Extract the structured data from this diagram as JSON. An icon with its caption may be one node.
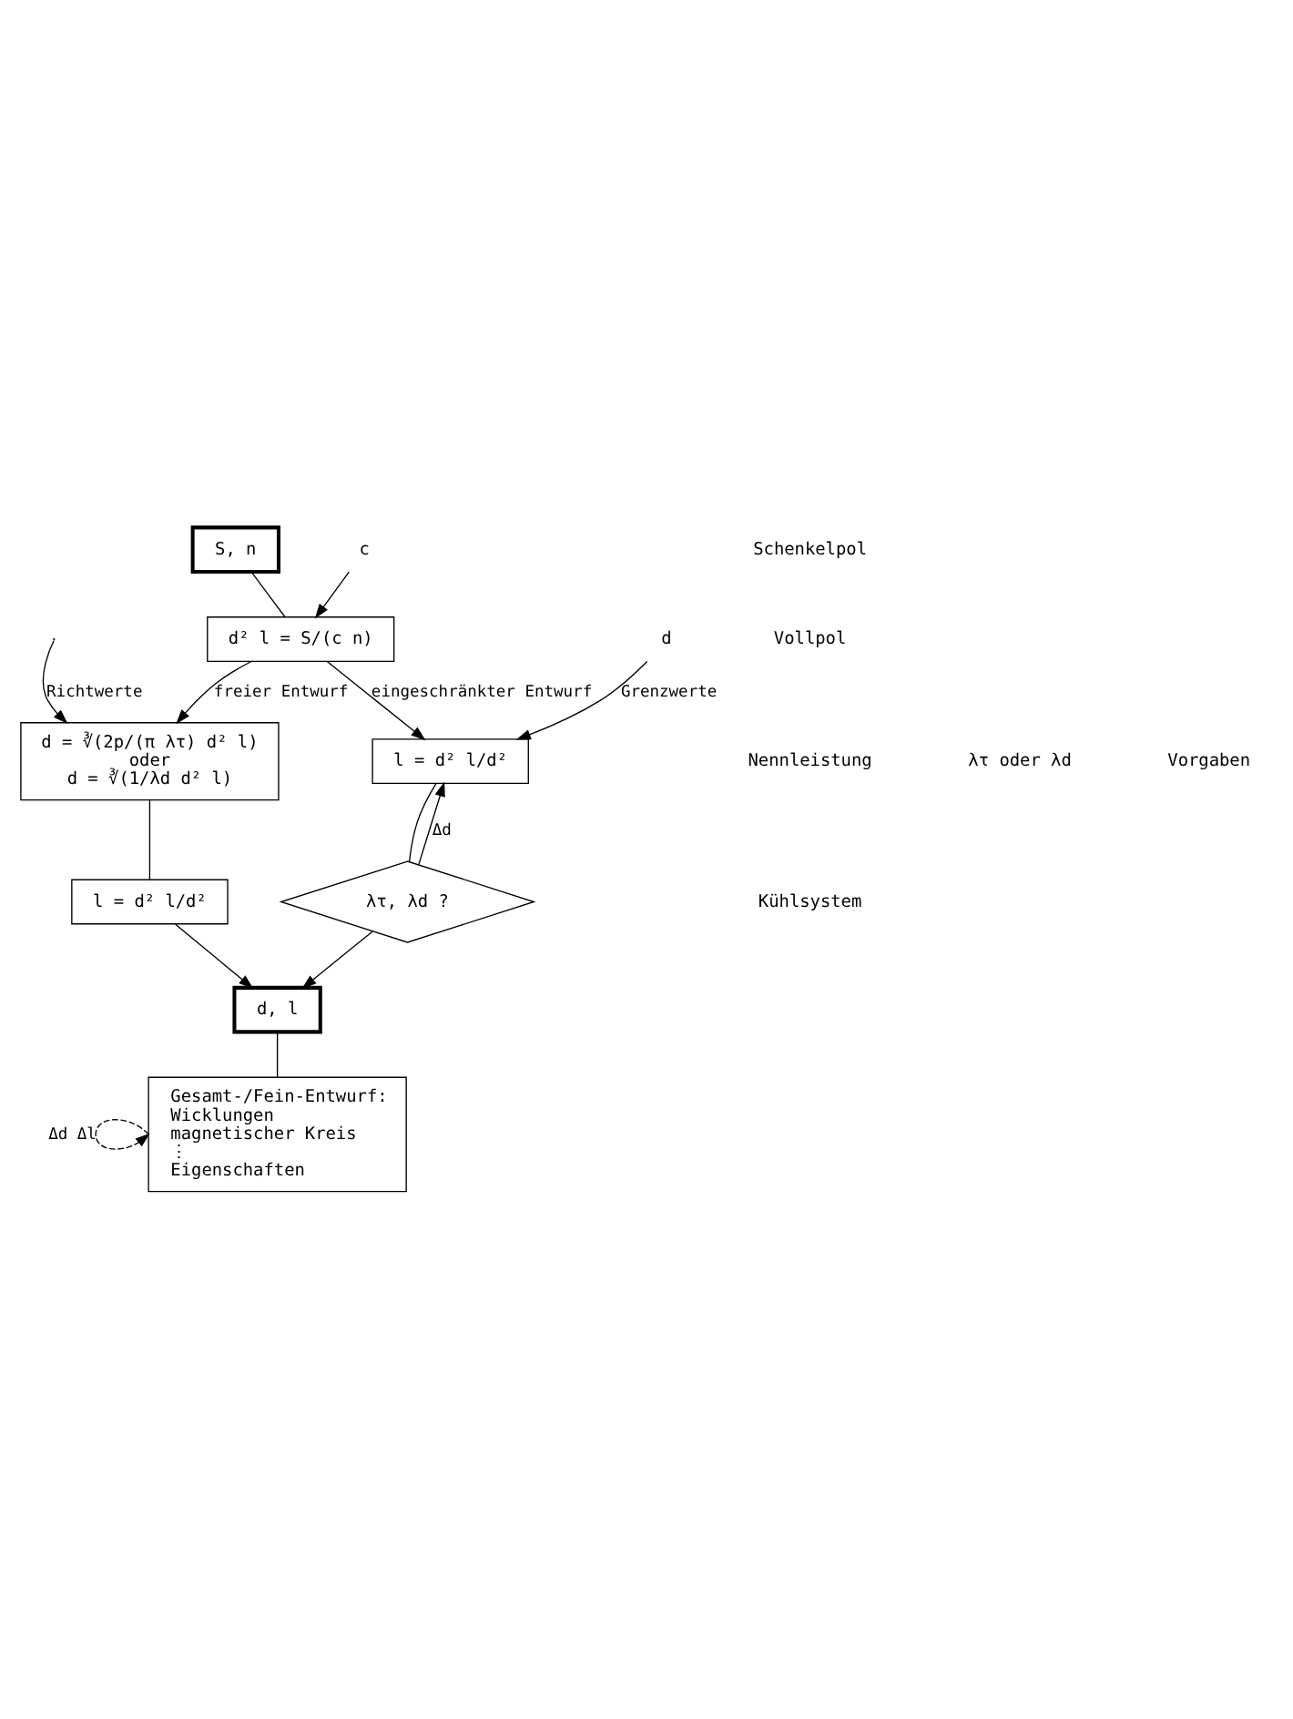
{
  "diagram": {
    "nodes": [
      {
        "text": [
          "S, n"
        ]
      },
      {
        "text": [
          "c"
        ]
      },
      {
        "text": [
          "d² l = S/(c n)"
        ]
      },
      {
        "text": [
          "d = ∛(2p/(π λτ) d² l)",
          "oder",
          "d = ∛(1/λd d² l)"
        ]
      },
      {
        "text": [
          "l = d² l/d²"
        ]
      },
      {
        "text": [
          "d"
        ]
      },
      {
        "text": [
          "l = d² l/d²"
        ]
      },
      {
        "text": [
          "λτ, λd ?"
        ]
      },
      {
        "text": [
          "d, l"
        ]
      },
      {
        "text": [
          "Gesamt-/Fein-Entwurf:",
          "Wicklungen",
          "magnetischer Kreis",
          "⋮",
          "Eigenschaften"
        ]
      }
    ],
    "edges": [
      {
        "from": 0,
        "to": 2,
        "arrow": "none"
      },
      {
        "from": 1,
        "to": 2,
        "arrow": "to"
      },
      {
        "from": 2,
        "to": 3,
        "arrow": "to",
        "label": "freier Entwurf"
      },
      {
        "from": 2,
        "to": 6,
        "arrow": "to",
        "label": "eingeschränkter Entwurf"
      },
      {
        "from": null,
        "to": 3,
        "arrow": "to",
        "label": "Richtwerte"
      },
      {
        "from": 5,
        "to": 6,
        "arrow": "to",
        "label": "Grenzwerte"
      },
      {
        "from": 3,
        "to": 4,
        "arrow": "none"
      },
      {
        "from": 6,
        "to": 7,
        "arrow": "none"
      },
      {
        "from": 7,
        "to": 6,
        "arrow": "to",
        "label": "Δd"
      },
      {
        "from": 4,
        "to": 8,
        "arrow": "to"
      },
      {
        "from": 7,
        "to": 8,
        "arrow": "to"
      },
      {
        "from": 8,
        "to": 9,
        "arrow": "none"
      },
      {
        "from": 9,
        "to": 9,
        "arrow": "to",
        "style": "dashed",
        "label": "Δd Δl"
      }
    ],
    "labels": [
      "Schenkelpol",
      "Vollpol",
      "Nennleistung",
      "Kühlsystem",
      "λτ oder λd",
      "Vorgaben"
    ]
  }
}
